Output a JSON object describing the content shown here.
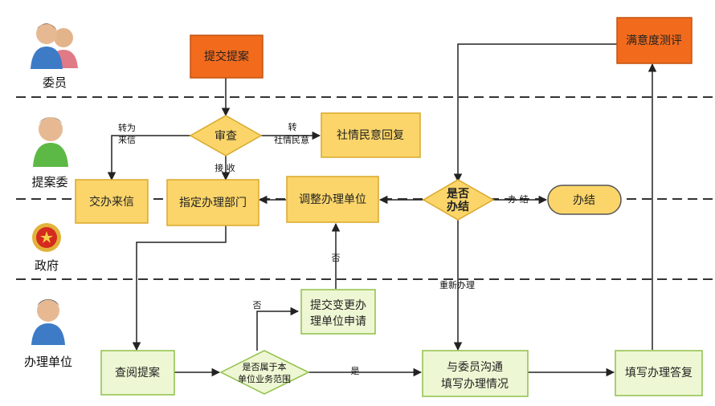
{
  "lanes": {
    "member": "委员",
    "committee": "提案委",
    "government": "政府",
    "unit": "办理单位"
  },
  "nodes": {
    "submit": "提交提案",
    "review": "审查",
    "social_reply": "社情民意回复",
    "forward_letter": "交办来信",
    "assign_dept": "指定办理部门",
    "adjust_unit": "调整办理单位",
    "is_done_1": "是否",
    "is_done_2": "办结",
    "done": "办结",
    "satisfaction": "满意度测评",
    "change_req_1": "提交变更办",
    "change_req_2": "理单位申请",
    "read_proposal": "查阅提案",
    "scope_1": "是否属于本",
    "scope_2": "单位业务范围",
    "communicate_1": "与委员沟通",
    "communicate_2": "填写办理情况",
    "fill_reply": "填写办理答复"
  },
  "edges": {
    "to_letter_1": "转为",
    "to_letter_2": "来信",
    "to_social_1": "转",
    "to_social_2": "社情民意",
    "accept": "接 收",
    "no_adjust": "否",
    "no_scope": "否",
    "yes_scope": "是",
    "finish": "办 结",
    "redo": "重新办理"
  },
  "colors": {
    "orange_fill": "#f26b1d",
    "orange_stroke": "#c4530f",
    "yellow_fill": "#fbd56a",
    "yellow_stroke": "#d9a92a",
    "green_fill": "#eef7d3",
    "green_stroke": "#8fc04a",
    "line": "#222222"
  }
}
